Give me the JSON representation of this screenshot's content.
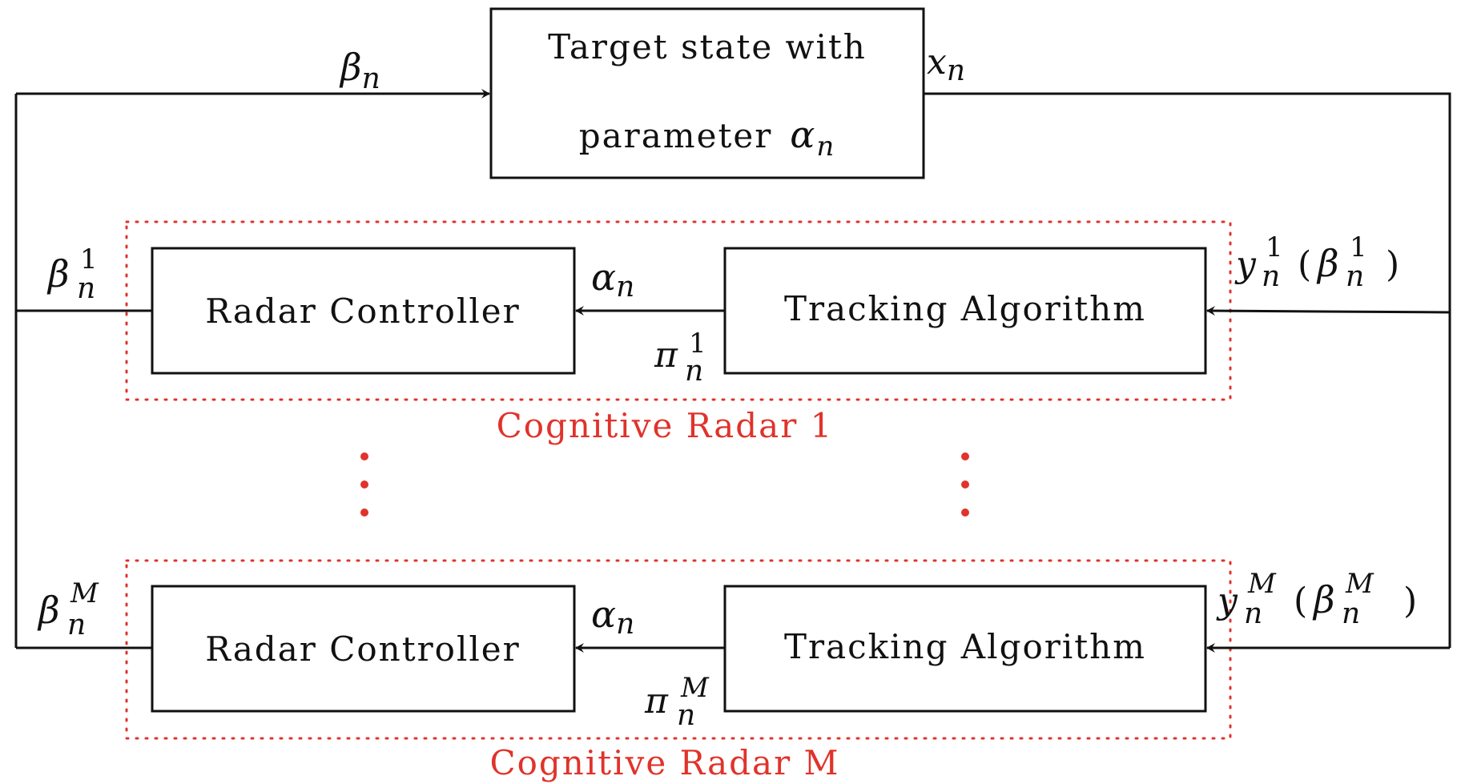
{
  "boxes": {
    "target_line1": "Target state with",
    "target_line2_prefix": "parameter",
    "radar_controller_1": "Radar Controller",
    "tracking_algorithm_1": "Tracking Algorithm",
    "radar_controller_m": "Radar Controller",
    "tracking_algorithm_m": "Tracking Algorithm"
  },
  "groups": {
    "radar_1": "Cognitive Radar 1",
    "radar_m": "Cognitive Radar M"
  },
  "symbols": {
    "alpha": "α",
    "beta": "β",
    "pi": "π",
    "x": "x",
    "y": "y",
    "n": "n",
    "sup_1": "1",
    "sup_m": "M",
    "lparen": "(",
    "rparen": ")"
  },
  "colors": {
    "line": "#111111",
    "accent_red": "#e0332b"
  }
}
